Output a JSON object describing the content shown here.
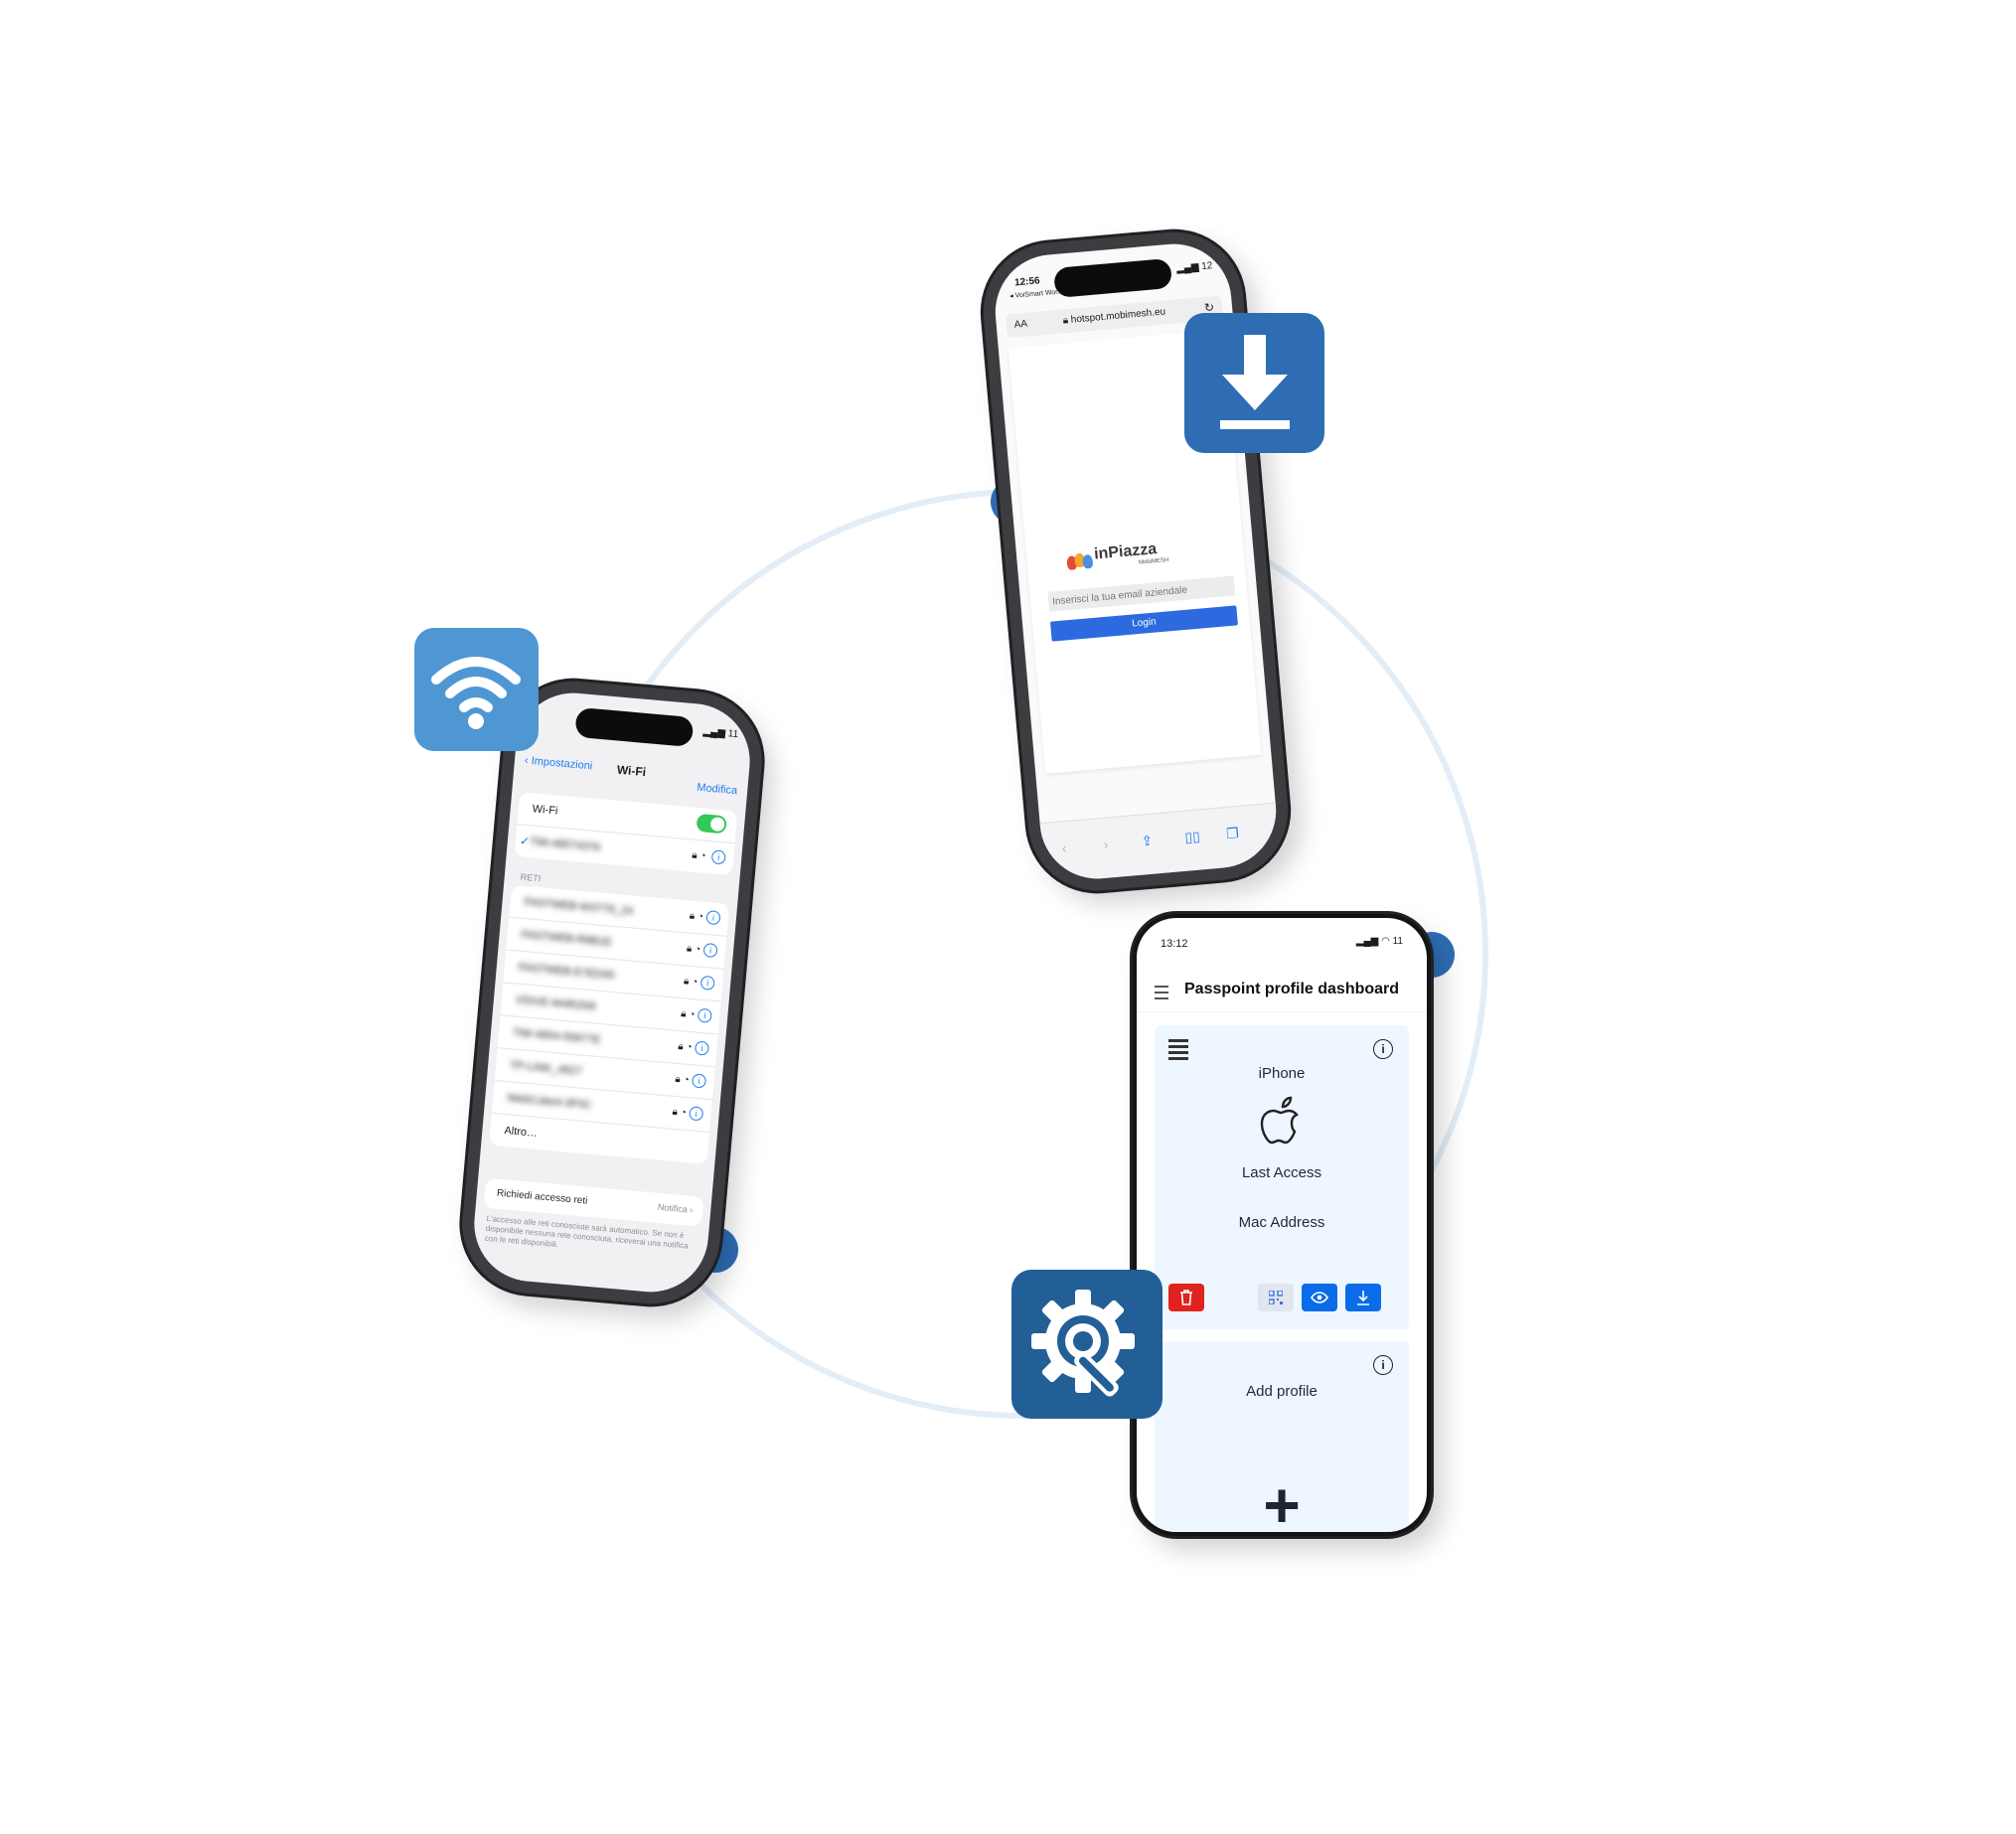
{
  "colors": {
    "ring": "#e3edf8",
    "node": "#2e6db4",
    "wifi_tile": "#4e97d3",
    "download_tile": "#2e6db4",
    "tools_tile": "#225f96",
    "ios_blue": "#1e7cf0",
    "toggle_green": "#34c759",
    "login_button": "#2d6ae0",
    "delete_red": "#e0231f",
    "action_blue": "#0a6ce8"
  },
  "icons": {
    "wifi_tile": "wifi-icon",
    "download_tile": "download-icon",
    "tools_tile": "gear-wrench-icon"
  },
  "wifi_phone": {
    "status_right": "11",
    "back_label": "Impostazioni",
    "title": "Wi-Fi",
    "edit_label": "Modifica",
    "wifi_toggle_label": "Wi-Fi",
    "connected_network": "TIM-48574376",
    "section_label": "RETI",
    "networks": [
      "FASTWEB-W37T8_24",
      "FASTWEB-R8B1E",
      "FASTWEB-E7ED95",
      "VDIVE-W4R2N5",
      "TIM-4854-55877E",
      "TP-LINK_4827",
      "WebCube4-3F0C"
    ],
    "other_label": "Altro…",
    "ask_join_label": "Richiedi accesso reti",
    "ask_join_value": "Notifica",
    "ask_join_note": "L'accesso alle reti conosciute sarà automatico. Se non è disponibile nessuna rete conosciuta, riceverai una notifica con le reti disponibili."
  },
  "login_phone": {
    "time": "12:56",
    "carrier_back": "◂ VoiSmart Wor...",
    "aa_label": "AA",
    "url": "hotspot.mobimesh.eu",
    "brand": "inPiazza",
    "brand_sub": "MobiMESH",
    "email_placeholder": "Inserisci la tua email aziendale",
    "login_label": "Login",
    "battery": "12"
  },
  "pp_phone": {
    "time": "13:12",
    "battery": "11",
    "title": "Passpoint profile dashboard",
    "device_name": "iPhone",
    "last_access_label": "Last Access",
    "mac_address_label": "Mac Address",
    "add_profile_label": "Add profile",
    "plus_label": "+"
  }
}
